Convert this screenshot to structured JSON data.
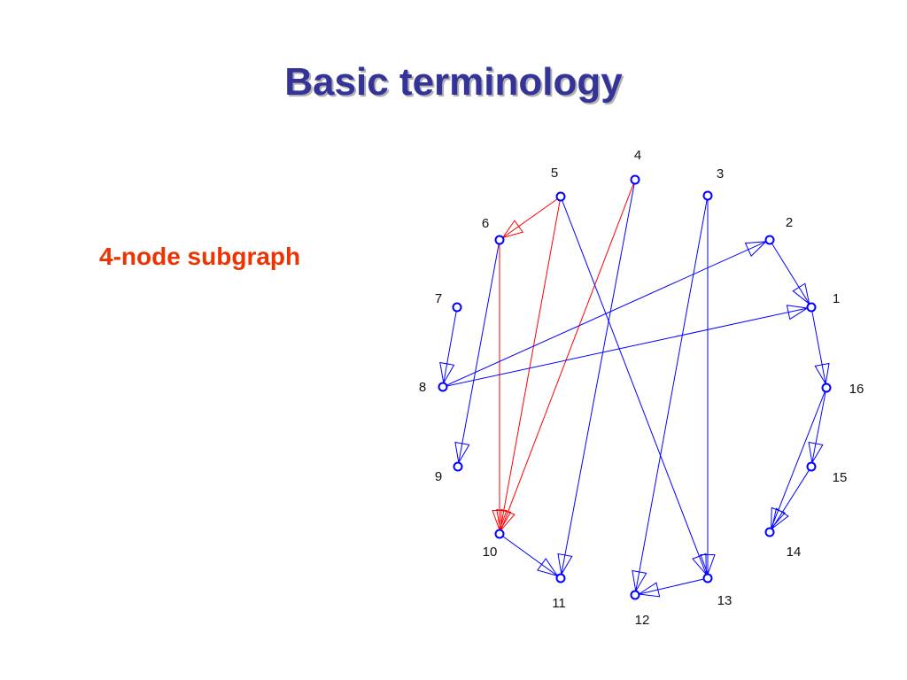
{
  "title": "Basic terminology",
  "subtitle": "4-node subgraph",
  "colors": {
    "title": "#333399",
    "subtitle": "#ee3300",
    "edge": "#0000ff",
    "highlight_edge": "#ff0000"
  },
  "graph": {
    "nodes": [
      {
        "id": "1",
        "label": "1"
      },
      {
        "id": "2",
        "label": "2"
      },
      {
        "id": "3",
        "label": "3"
      },
      {
        "id": "4",
        "label": "4"
      },
      {
        "id": "5",
        "label": "5"
      },
      {
        "id": "6",
        "label": "6"
      },
      {
        "id": "7",
        "label": "7"
      },
      {
        "id": "8",
        "label": "8"
      },
      {
        "id": "9",
        "label": "9"
      },
      {
        "id": "10",
        "label": "10"
      },
      {
        "id": "11",
        "label": "11"
      },
      {
        "id": "12",
        "label": "12"
      },
      {
        "id": "13",
        "label": "13"
      },
      {
        "id": "14",
        "label": "14"
      },
      {
        "id": "15",
        "label": "15"
      },
      {
        "id": "16",
        "label": "16"
      }
    ],
    "edges": [
      {
        "from": "5",
        "to": "6",
        "highlight": true
      },
      {
        "from": "5",
        "to": "10",
        "highlight": true
      },
      {
        "from": "4",
        "to": "10",
        "highlight": true
      },
      {
        "from": "6",
        "to": "10",
        "highlight": true
      },
      {
        "from": "5",
        "to": "13",
        "highlight": false
      },
      {
        "from": "4",
        "to": "11",
        "highlight": false
      },
      {
        "from": "3",
        "to": "12",
        "highlight": false
      },
      {
        "from": "3",
        "to": "13",
        "highlight": false
      },
      {
        "from": "6",
        "to": "9",
        "highlight": false
      },
      {
        "from": "7",
        "to": "8",
        "highlight": false
      },
      {
        "from": "8",
        "to": "2",
        "highlight": false
      },
      {
        "from": "8",
        "to": "1",
        "highlight": false
      },
      {
        "from": "2",
        "to": "1",
        "highlight": false
      },
      {
        "from": "1",
        "to": "16",
        "highlight": false
      },
      {
        "from": "16",
        "to": "15",
        "highlight": false
      },
      {
        "from": "16",
        "to": "14",
        "highlight": false
      },
      {
        "from": "15",
        "to": "14",
        "highlight": false
      },
      {
        "from": "10",
        "to": "11",
        "highlight": false
      },
      {
        "from": "13",
        "to": "12",
        "highlight": false
      }
    ]
  }
}
